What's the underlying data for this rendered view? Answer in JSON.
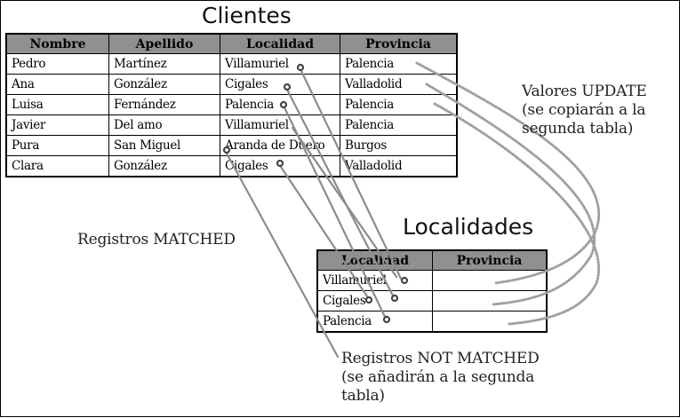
{
  "clientes": {
    "title": "Clientes",
    "headers": [
      "Nombre",
      "Apellido",
      "Localidad",
      "Provincia"
    ],
    "rows": [
      [
        "Pedro",
        "Martínez",
        "Villamuriel",
        "Palencia"
      ],
      [
        "Ana",
        "González",
        "Cigales",
        "Valladolid"
      ],
      [
        "Luisa",
        "Fernández",
        "Palencia",
        "Palencia"
      ],
      [
        "Javier",
        "Del amo",
        "Villamuriel",
        "Palencia"
      ],
      [
        "Pura",
        "San Miguel",
        "Aranda de Duero",
        "Burgos"
      ],
      [
        "Clara",
        "González",
        "Cigales",
        "Valladolid"
      ]
    ]
  },
  "localidades": {
    "title": "Localidades",
    "headers": [
      "Localidad",
      "Provincia"
    ],
    "rows": [
      [
        "Villamuriel",
        ""
      ],
      [
        "Cigales",
        ""
      ],
      [
        "Palencia",
        ""
      ]
    ]
  },
  "notes": {
    "update": [
      "Valores UPDATE",
      "(se copiarán a la",
      "segunda tabla)"
    ],
    "matched": "Registros MATCHED",
    "not_matched": [
      "Registros NOT MATCHED",
      "(se añadirán a la segunda",
      "tabla)"
    ]
  },
  "colors": {
    "header_bg": "#909090",
    "connector": "#8c8c8c",
    "dotted": "#a0a0a0"
  }
}
